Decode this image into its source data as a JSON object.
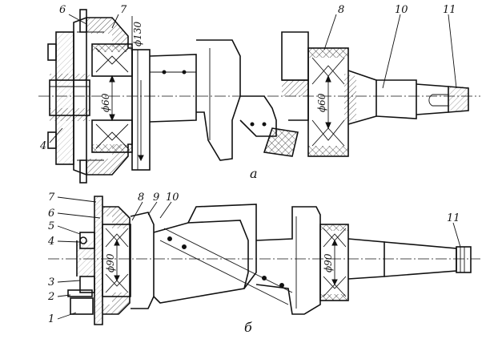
{
  "top_view": {
    "labels": [
      "6",
      "7",
      "8",
      "10",
      "11",
      "4"
    ],
    "dims": [
      "ϕ130",
      "ϕ60",
      "ϕ60"
    ],
    "caption": "а"
  },
  "bottom_view": {
    "labels": [
      "7",
      "6",
      "5",
      "4",
      "3",
      "2",
      "1",
      "8",
      "9",
      "10",
      "11"
    ],
    "dims": [
      "ϕ90",
      "ϕ90"
    ],
    "caption": "б"
  }
}
